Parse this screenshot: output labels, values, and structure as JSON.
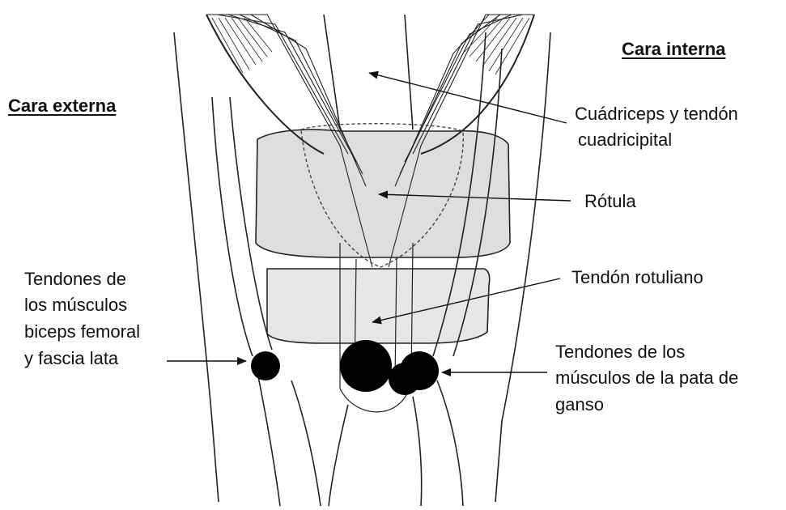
{
  "sides": {
    "external": "Cara externa",
    "internal": "Cara interna"
  },
  "labels": {
    "quadriceps": [
      "Cuádriceps y tendón",
      "cuadricipital"
    ],
    "patella": "Rótula",
    "patellar_tendon": "Tendón rotuliano",
    "biceps_fascia": [
      "Tendones de",
      "los músculos",
      "biceps femoral",
      "y fascia lata"
    ],
    "pes_anserinus": [
      "Tendones de los",
      "músculos de la pata de",
      "ganso"
    ]
  },
  "colors": {
    "ink": "#111111",
    "bone_shade": "#d9d9d9",
    "tendon_dot": "#000000"
  }
}
